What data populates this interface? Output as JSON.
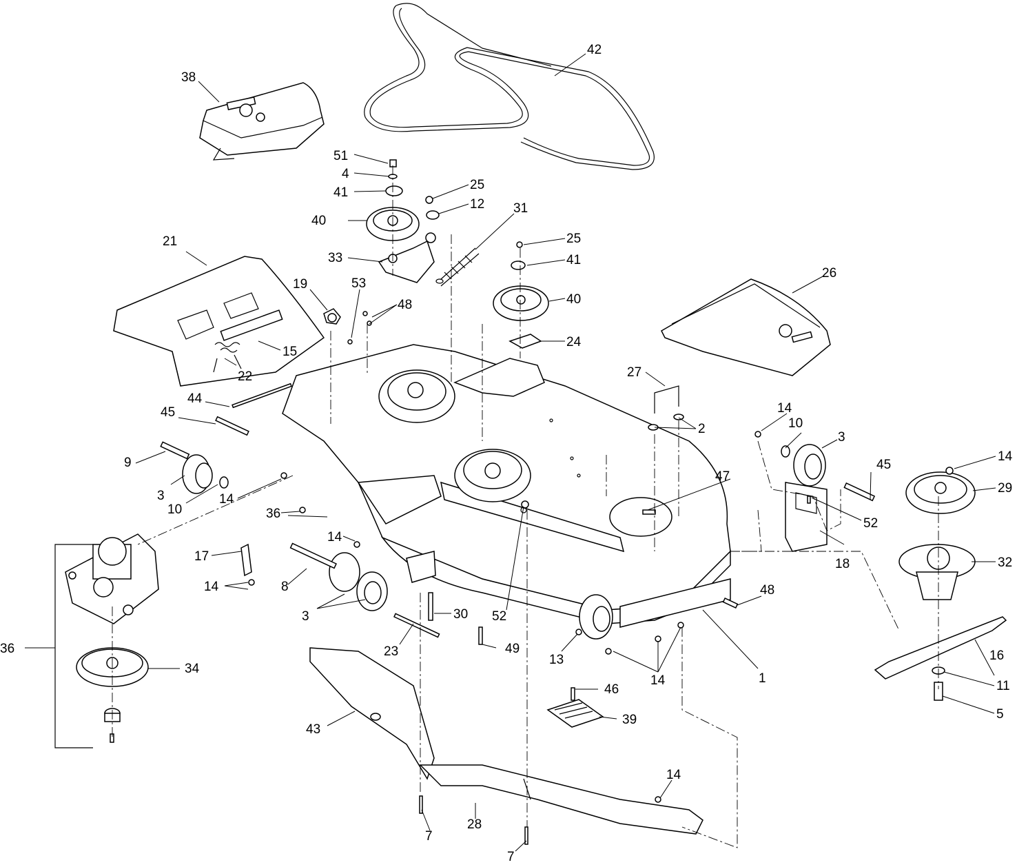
{
  "callouts": {
    "c1": "1",
    "c2": "2",
    "c3a": "3",
    "c3b": "3",
    "c3c": "3",
    "c4": "4",
    "c5": "5",
    "c7a": "7",
    "c7b": "7",
    "c8": "8",
    "c9": "9",
    "c10a": "10",
    "c10b": "10",
    "c11": "11",
    "c12": "12",
    "c13": "13",
    "c14a": "14",
    "c14b": "14",
    "c14c": "14",
    "c14d": "14",
    "c14e": "14",
    "c14f": "14",
    "c14g": "14",
    "c15": "15",
    "c16": "16",
    "c17": "17",
    "c18": "18",
    "c19": "19",
    "c21": "21",
    "c22": "22",
    "c23": "23",
    "c24": "24",
    "c25a": "25",
    "c25b": "25",
    "c26": "26",
    "c27": "27",
    "c28": "28",
    "c29": "29",
    "c30": "30",
    "c31": "31",
    "c32": "32",
    "c33": "33",
    "c34": "34",
    "c36a": "36",
    "c36b": "36",
    "c38": "38",
    "c39": "39",
    "c40a": "40",
    "c40b": "40",
    "c41a": "41",
    "c41b": "41",
    "c42": "42",
    "c43": "43",
    "c44": "44",
    "c45a": "45",
    "c45b": "45",
    "c46": "46",
    "c47": "47",
    "c48a": "48",
    "c48b": "48",
    "c49": "49",
    "c51": "51",
    "c52a": "52",
    "c52b": "52",
    "c53": "53"
  }
}
